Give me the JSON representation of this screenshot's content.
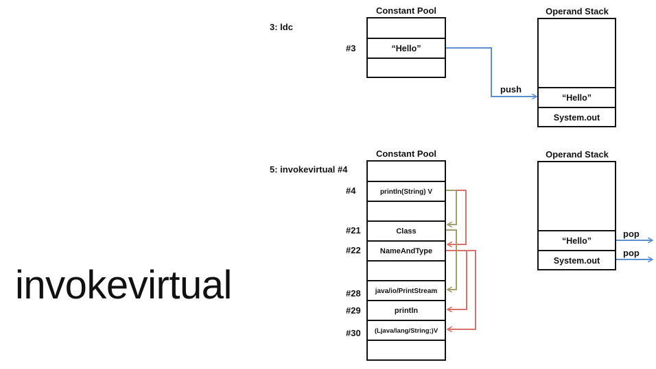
{
  "title": "invokevirtual",
  "colors": {
    "push_pop_arrow": "#5b8fd0",
    "class_ref_arrow": "#a39c6c",
    "name_type_ref_arrow": "#d9706a",
    "border": "#111111"
  },
  "step1": {
    "instruction": "3: ldc",
    "constant_pool": {
      "heading": "Constant Pool",
      "rows": [
        {
          "index": "",
          "value": ""
        },
        {
          "index": "#3",
          "value": "“Hello”"
        },
        {
          "index": "",
          "value": ""
        }
      ]
    },
    "arrow_label": "push",
    "operand_stack": {
      "heading": "Operand Stack",
      "items": [
        "“Hello”",
        "System.out"
      ]
    }
  },
  "step2": {
    "instruction": "5: invokevirtual #4",
    "constant_pool": {
      "heading": "Constant Pool",
      "rows": [
        {
          "index": "",
          "value": ""
        },
        {
          "index": "#4",
          "value": "println(String) V"
        },
        {
          "index": "",
          "value": ""
        },
        {
          "index": "#21",
          "value": "Class"
        },
        {
          "index": "#22",
          "value": "NameAndType"
        },
        {
          "index": "",
          "value": ""
        },
        {
          "index": "#28",
          "value": "java/io/PrintStream"
        },
        {
          "index": "#29",
          "value": "println"
        },
        {
          "index": "#30",
          "value": "(Ljava/lang/String;)V"
        },
        {
          "index": "",
          "value": ""
        }
      ]
    },
    "operand_stack": {
      "heading": "Operand Stack",
      "items": [
        "“Hello”",
        "System.out"
      ]
    },
    "pop_labels": [
      "pop",
      "pop"
    ],
    "references": [
      {
        "from": "#4",
        "to": "#21",
        "kind": "class"
      },
      {
        "from": "#4",
        "to": "#22",
        "kind": "name_and_type"
      },
      {
        "from": "#21",
        "to": "#28",
        "kind": "class"
      },
      {
        "from": "#22",
        "to": "#29",
        "kind": "name_and_type"
      },
      {
        "from": "#22",
        "to": "#30",
        "kind": "name_and_type"
      }
    ]
  }
}
